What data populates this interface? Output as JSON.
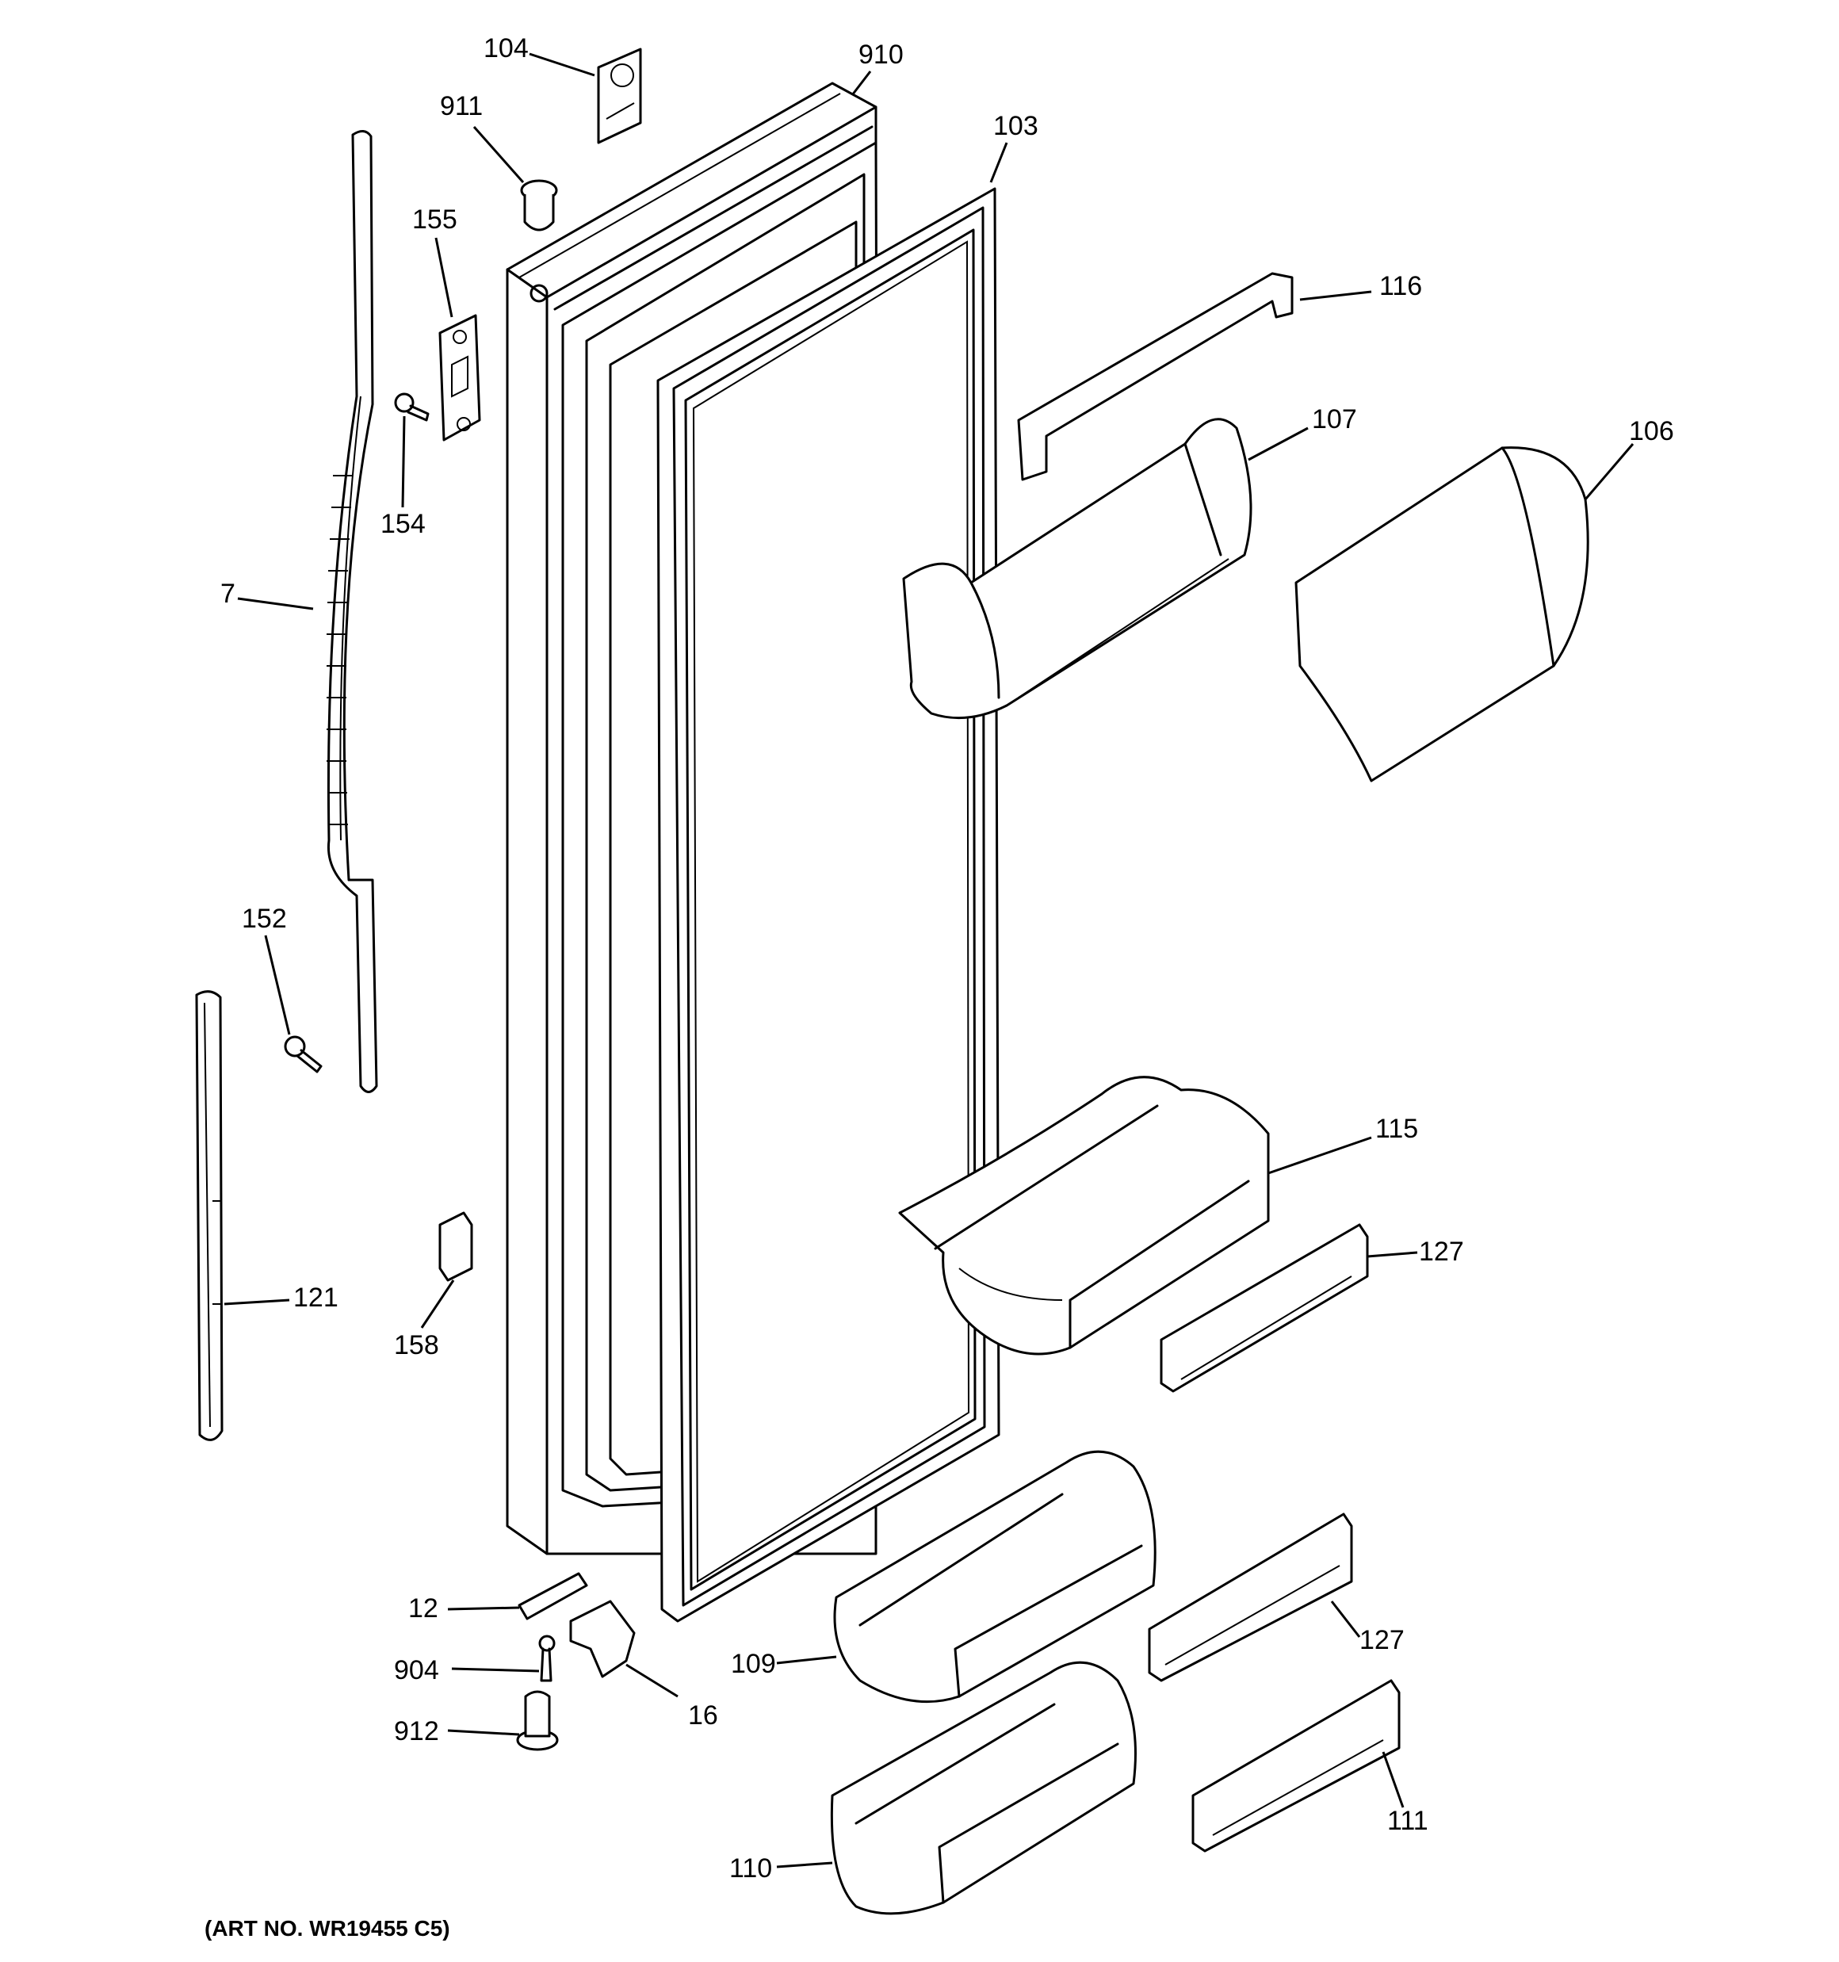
{
  "diagram": {
    "art_number": "(ART NO. WR19455 C5)",
    "callouts": [
      {
        "id": "104",
        "label": "104"
      },
      {
        "id": "910",
        "label": "910"
      },
      {
        "id": "911",
        "label": "911"
      },
      {
        "id": "103",
        "label": "103"
      },
      {
        "id": "155",
        "label": "155"
      },
      {
        "id": "116",
        "label": "116"
      },
      {
        "id": "107",
        "label": "107"
      },
      {
        "id": "106",
        "label": "106"
      },
      {
        "id": "154",
        "label": "154"
      },
      {
        "id": "7",
        "label": "7"
      },
      {
        "id": "152",
        "label": "152"
      },
      {
        "id": "115",
        "label": "115"
      },
      {
        "id": "127a",
        "label": "127"
      },
      {
        "id": "121",
        "label": "121"
      },
      {
        "id": "158",
        "label": "158"
      },
      {
        "id": "12",
        "label": "12"
      },
      {
        "id": "904",
        "label": "904"
      },
      {
        "id": "16",
        "label": "16"
      },
      {
        "id": "109",
        "label": "109"
      },
      {
        "id": "127b",
        "label": "127"
      },
      {
        "id": "912",
        "label": "912"
      },
      {
        "id": "111",
        "label": "111"
      },
      {
        "id": "110",
        "label": "110"
      }
    ]
  }
}
